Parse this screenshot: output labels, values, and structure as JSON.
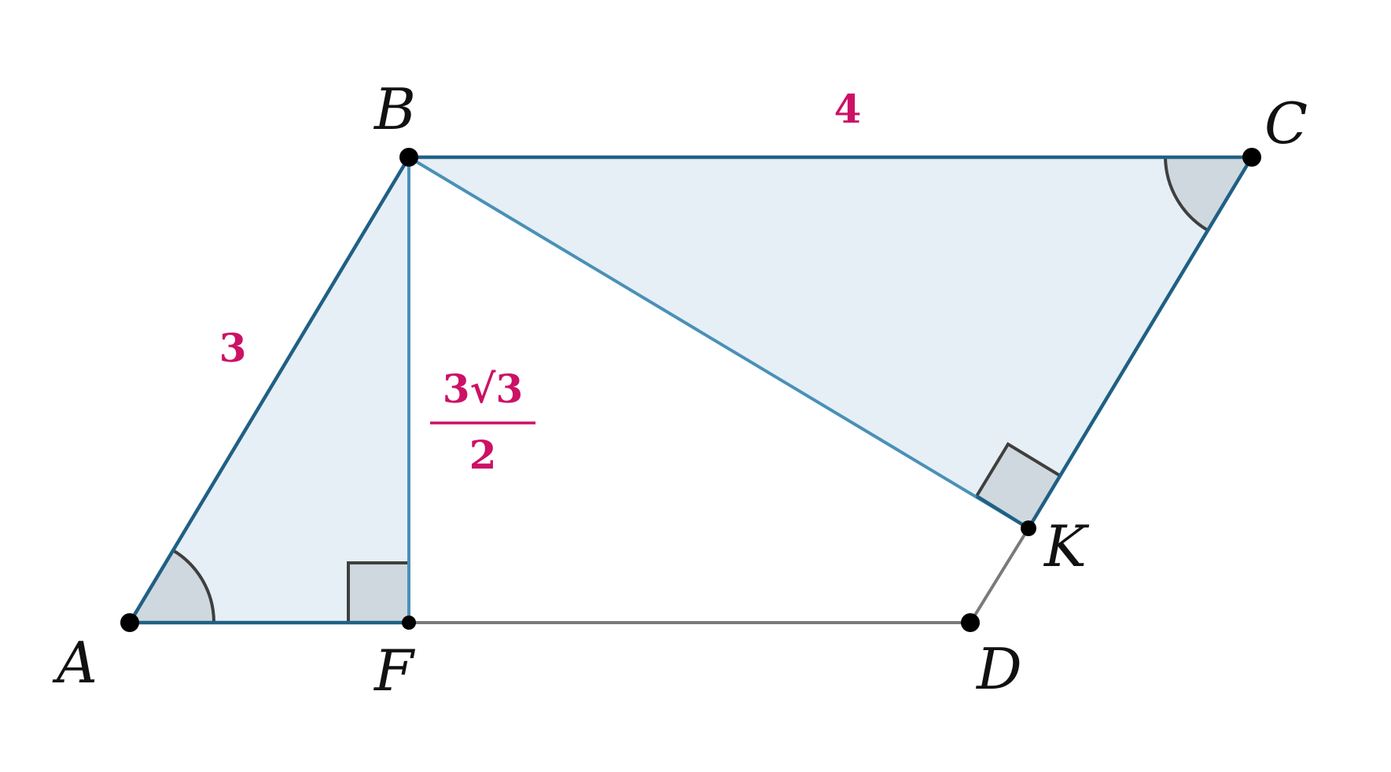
{
  "points": {
    "A": "A",
    "B": "B",
    "C": "C",
    "D": "D",
    "F": "F",
    "K": "K"
  },
  "lengths": {
    "AB": "3",
    "BC": "4",
    "BF_numerator": "3√3",
    "BF_denominator": "2"
  },
  "colors": {
    "fill": "#e6eff5",
    "edge": "#1f6085",
    "height_line": "#4a90b8",
    "dim_edge": "#7a7a7a",
    "angle_fill": "#cfd8de",
    "angle_stroke": "#3f3f3f",
    "length_label": "#cc1166"
  }
}
